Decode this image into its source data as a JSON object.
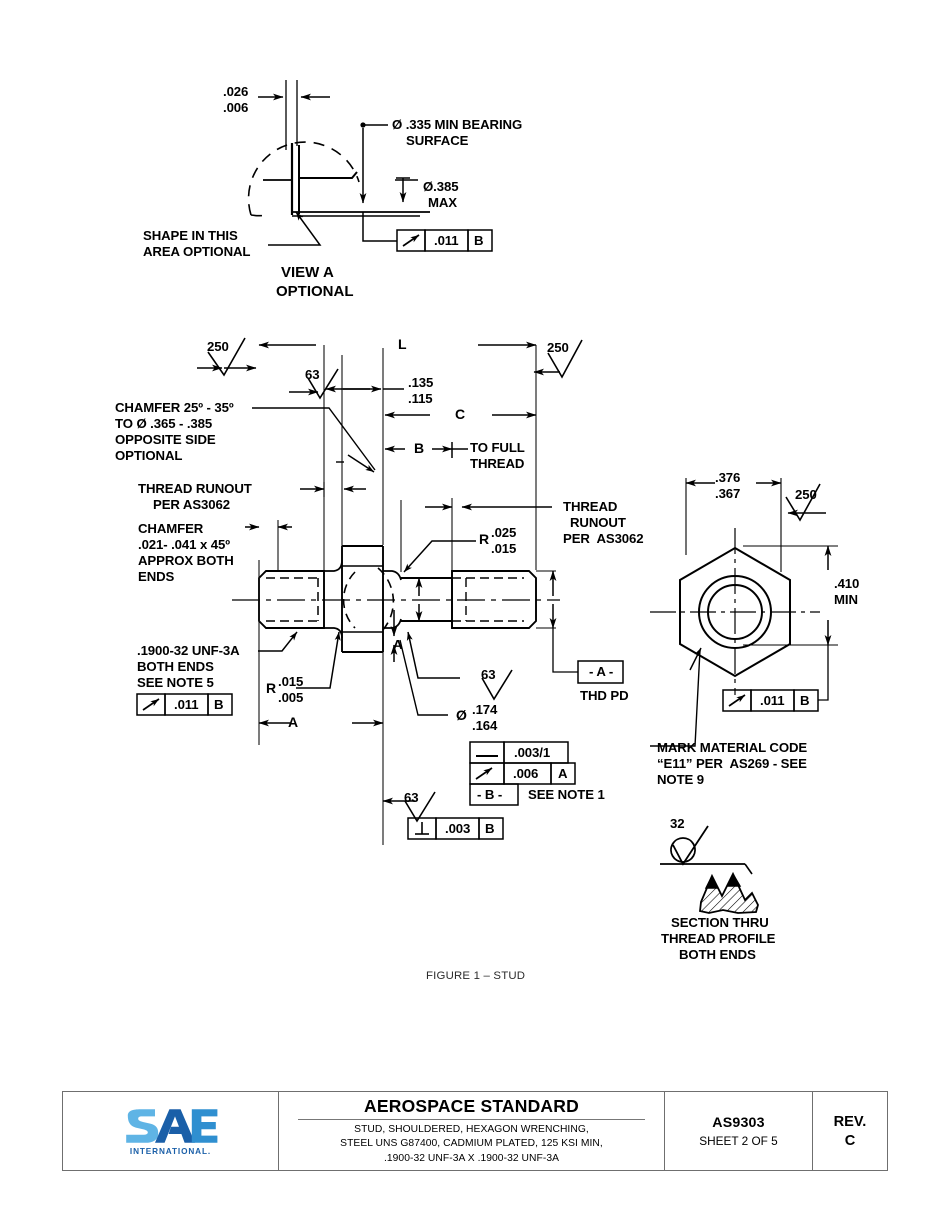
{
  "document": {
    "figure_caption": "FIGURE 1 – STUD"
  },
  "view_a": {
    "label_line1": "VIEW ",
    "label_bold": "A",
    "label_line2": "OPTIONAL",
    "dim_thickness_upper": ".026",
    "dim_thickness_lower": ".006",
    "note_bearing_line1": "Ø .335 MIN BEARING",
    "note_bearing_line2": "SURFACE",
    "dim_max_line1": "Ø.385",
    "dim_max_line2": "MAX",
    "note_shape_line1": "SHAPE IN THIS",
    "note_shape_line2": "AREA OPTIONAL",
    "fcf": {
      "symbol": "runout-arrow",
      "tolerance": ".011",
      "datum": "B"
    }
  },
  "main_view": {
    "dim_L": "L",
    "dim_C": "C",
    "dim_B": "B",
    "dim_A": "A",
    "dim_A_section": "A",
    "dim_135": ".135",
    "dim_115": ".115",
    "to_full_thread_line1": "TO FULL",
    "to_full_thread_line2": "THREAD",
    "finish_250_left": "250",
    "finish_250_right": "250",
    "finish_63_top": "63",
    "finish_63_mid": "63",
    "finish_63_bottom": "63",
    "chamfer_note": {
      "line1": "CHAMFER 25º - 35º",
      "line2": "TO Ø .365 - .385",
      "line3": "OPPOSITE SIDE",
      "line4": "OPTIONAL"
    },
    "thread_runout_left": {
      "line1": "THREAD RUNOUT",
      "line2": "PER AS3062"
    },
    "thread_runout_right": {
      "line1": "THREAD",
      "line2": "RUNOUT",
      "line3": "PER  AS3062"
    },
    "chamfer_small": {
      "line1": "CHAMFER",
      "line2": ".021- .041 x 45º",
      "line3": "APPROX BOTH",
      "line4": "ENDS"
    },
    "thread_spec": {
      "line1": ".1900-32 UNF-3A",
      "line2": "BOTH ENDS",
      "line3": "SEE NOTE 5"
    },
    "fcf_thread": {
      "symbol": "runout-arrow",
      "tolerance": ".011",
      "datum": "B"
    },
    "radius_shoulder": {
      "prefix": "R",
      "upper": ".025",
      "lower": ".015"
    },
    "radius_hex": {
      "prefix": "R",
      "upper": ".015",
      "lower": ".005"
    },
    "dia_shank": {
      "prefix": "Ø",
      "upper": ".174",
      "lower": ".164"
    },
    "datum_a_label": "- A -",
    "datum_a_note": "THD PD",
    "fcf_stack": {
      "row1": {
        "symbol": "straightness",
        "tolerance": ".003/1"
      },
      "row2": {
        "symbol": "runout-arrow",
        "tolerance": ".006",
        "datum": "A"
      },
      "row3": {
        "datum_label": "- B -",
        "note": "SEE NOTE 1"
      }
    },
    "fcf_perp": {
      "symbol": "perpendicularity",
      "tolerance": ".003",
      "datum": "B"
    }
  },
  "hex_view": {
    "dim_across_upper": ".376",
    "dim_across_lower": ".367",
    "finish_250": "250",
    "dim_height_line1": ".410",
    "dim_height_line2": "MIN",
    "fcf": {
      "symbol": "runout-arrow",
      "tolerance": ".011",
      "datum": "B"
    },
    "mark_note": {
      "line1": "MARK MATERIAL CODE",
      "line2": "“E11” PER  AS269 - SEE",
      "line3": "NOTE 9"
    }
  },
  "thread_section": {
    "finish_32": "32",
    "caption_line1": "SECTION THRU",
    "caption_line2": "THREAD PROFILE",
    "caption_line3": "BOTH ENDS"
  },
  "title_block": {
    "logo": {
      "letters": "SAE",
      "subtitle": "INTERNATIONAL."
    },
    "standard_title": "AEROSPACE STANDARD",
    "subtitle_line1": "STUD, SHOULDERED, HEXAGON WRENCHING,",
    "subtitle_line2": "STEEL UNS G87400, CADMIUM PLATED, 125 KSI MIN,",
    "subtitle_line3": ".1900-32 UNF-3A X .1900-32 UNF-3A",
    "doc_number": "AS9303",
    "sheet": "SHEET 2 OF 5",
    "rev_label": "REV.",
    "rev_value": "C"
  },
  "colors": {
    "line": "#000000",
    "logo_light_blue": "#5fb4e5",
    "logo_dark_blue": "#1a5fa8",
    "logo_mid_blue": "#2f8fd0",
    "border": "#6f6f6f"
  }
}
